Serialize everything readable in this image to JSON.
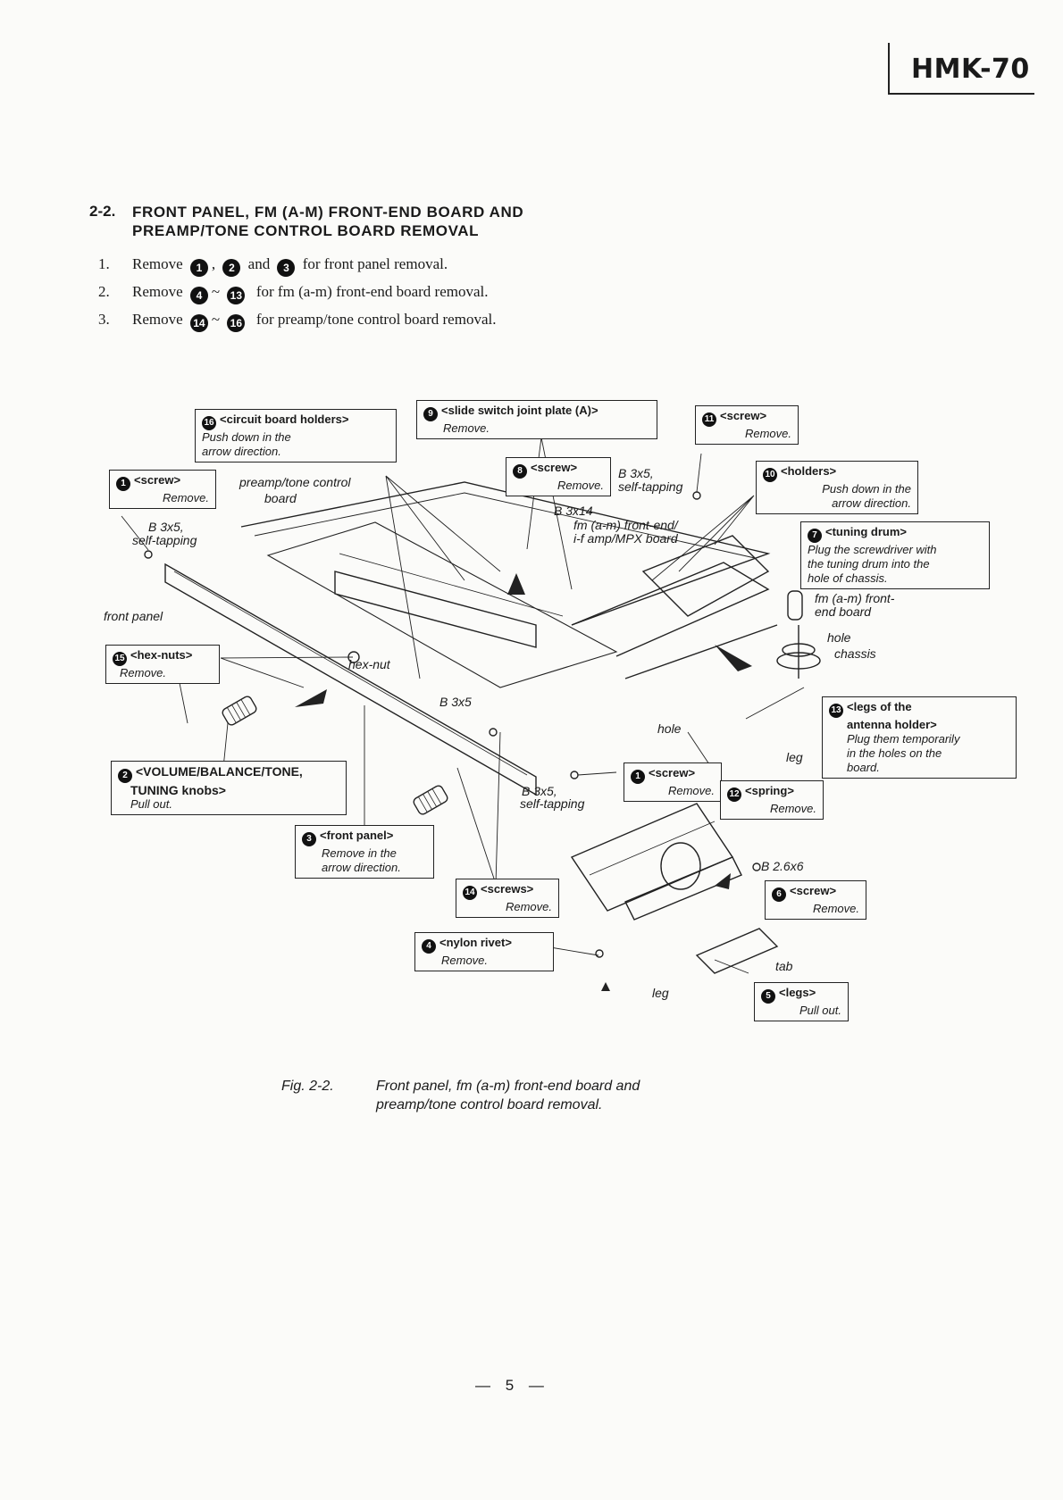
{
  "header": {
    "model": "HMK-70"
  },
  "section": {
    "number": "2-2.",
    "title_line1": "FRONT PANEL, FM (A-M) FRONT-END BOARD AND",
    "title_line2": "PREAMP/TONE CONTROL BOARD REMOVAL"
  },
  "steps": [
    {
      "num": "1.",
      "word": "Remove",
      "a": "1",
      "sep1": ",",
      "b": "2",
      "sep2": "and",
      "c": "3",
      "text": "for front panel removal."
    },
    {
      "num": "2.",
      "word": "Remove",
      "a": "4",
      "sep1": "~",
      "b": "13",
      "text": "for fm (a-m) front-end board removal."
    },
    {
      "num": "3.",
      "word": "Remove",
      "a": "14",
      "sep1": "~",
      "b": "16",
      "text": "for preamp/tone control board removal."
    }
  ],
  "callouts": {
    "c16": {
      "num": "16",
      "head": "<circuit board holders>",
      "note1": "Push down in the",
      "note2": "arrow direction."
    },
    "c9": {
      "num": "9",
      "head": "<slide switch joint plate (A)>",
      "note1": "Remove."
    },
    "c11": {
      "num": "11",
      "head": "<screw>",
      "note1": "Remove."
    },
    "c1a": {
      "num": "1",
      "head": "<screw>",
      "note1": "Remove."
    },
    "c8": {
      "num": "8",
      "head": "<screw>",
      "note1": "Remove."
    },
    "c10": {
      "num": "10",
      "head": "<holders>",
      "note1": "Push down in the",
      "note2": "arrow direction."
    },
    "c7": {
      "num": "7",
      "head": "<tuning drum>",
      "note1": "Plug the screwdriver with",
      "note2": "the tuning drum into the",
      "note3": "hole of chassis."
    },
    "c15": {
      "num": "15",
      "head": "<hex-nuts>",
      "note1": "Remove."
    },
    "c13": {
      "num": "13",
      "head": "<legs of the",
      "head2": "antenna holder>",
      "note1": "Plug them temporarily",
      "note2": "in the holes on the",
      "note3": "board."
    },
    "c2": {
      "num": "2",
      "head": "<VOLUME/BALANCE/TONE,",
      "head2": "TUNING knobs>",
      "note1": "Pull out."
    },
    "c1b": {
      "num": "1",
      "head": "<screw>",
      "note1": "Remove."
    },
    "c12": {
      "num": "12",
      "head": "<spring>",
      "note1": "Remove."
    },
    "c3": {
      "num": "3",
      "head": "<front panel>",
      "note1": "Remove in the",
      "note2": "arrow direction."
    },
    "c14": {
      "num": "14",
      "head": "<screws>",
      "note1": "Remove."
    },
    "c6": {
      "num": "6",
      "head": "<screw>",
      "note1": "Remove."
    },
    "c4": {
      "num": "4",
      "head": "<nylon rivet>",
      "note1": "Remove."
    },
    "c5": {
      "num": "5",
      "head": "<legs>",
      "note1": "Pull out."
    }
  },
  "labels": {
    "preamp": "preamp/tone control",
    "board": "board",
    "b3x5_left": "B 3x5,",
    "self_tapping_left": "self-tapping",
    "front_panel": "front panel",
    "b3x5_top": "B 3x5,",
    "self_tapping_top": "self-tapping",
    "b3x14": "B 3x14",
    "fm_front_end": "fm (a-m) front-end/",
    "if_amp": "i-f amp/MPX board",
    "fm_front_end2": "fm (a-m) front-",
    "end_board": "end board",
    "hole_right": "hole",
    "chassis": "chassis",
    "hex_nut": "hex-nut",
    "b3x5_mid": "B 3x5",
    "hole_mid": "hole",
    "leg_right": "leg",
    "b3x5_bottom": "B 3x5,",
    "self_tapping_bottom": "self-tapping",
    "b26x6": "B 2.6x6",
    "tab": "tab",
    "leg_bottom": "leg"
  },
  "caption": {
    "fig": "Fig. 2-2.",
    "line1": "Front panel, fm (a-m) front-end board and",
    "line2": "preamp/tone control board removal."
  },
  "page_number": "— 5 —"
}
